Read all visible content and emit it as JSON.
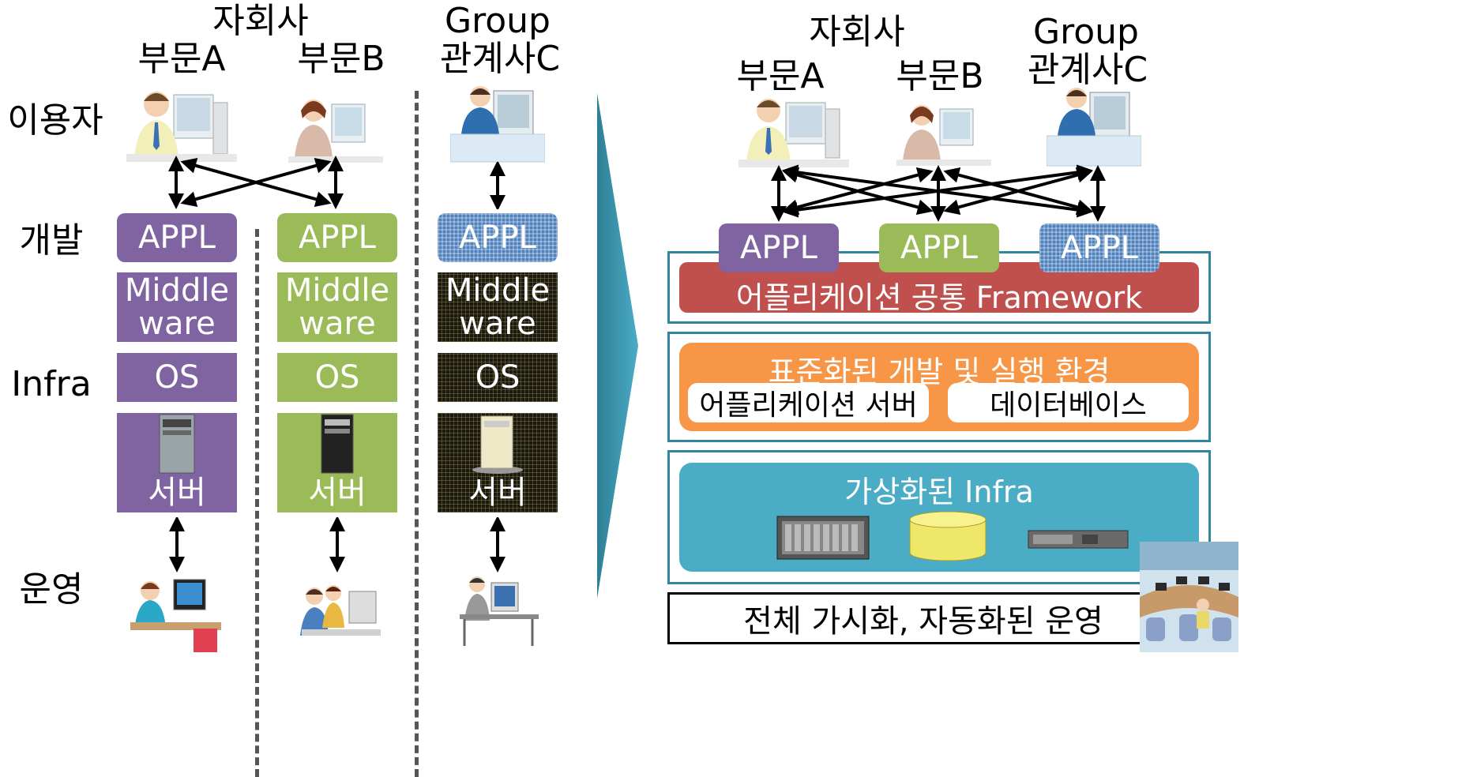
{
  "left": {
    "header_subsidiary": "자회사",
    "header_group": "Group",
    "dept_a": "부문A",
    "dept_b": "부문B",
    "affiliate_c": "관계사C",
    "row_user": "이용자",
    "row_dev": "개발",
    "row_infra": "Infra",
    "row_ops": "운영",
    "appl": "APPL",
    "middleware_1": "Middle",
    "middleware_2": "ware",
    "os": "OS",
    "server": "서버"
  },
  "right": {
    "header_subsidiary": "자회사",
    "header_group": "Group",
    "dept_a": "부문A",
    "dept_b": "부문B",
    "affiliate_c": "관계사C",
    "appl": "APPL",
    "framework": "어플리케이션 공통 Framework",
    "std_env": "표준화된 개발 및 실행 환경",
    "app_server": "어플리케이션 서버",
    "database": "데이터베이스",
    "virtual_infra": "가상화된 Infra",
    "ops": "전체 가시화, 자동화된 운영"
  },
  "colors": {
    "purple": "#8064a2",
    "green": "#9bbb59",
    "blue": "#4f81bd",
    "framework_red": "#c0504d",
    "env_orange": "#f79646",
    "infra_teal": "#4bacc6",
    "frame_border": "#31859c",
    "arrow_chevron": "#31859c"
  }
}
